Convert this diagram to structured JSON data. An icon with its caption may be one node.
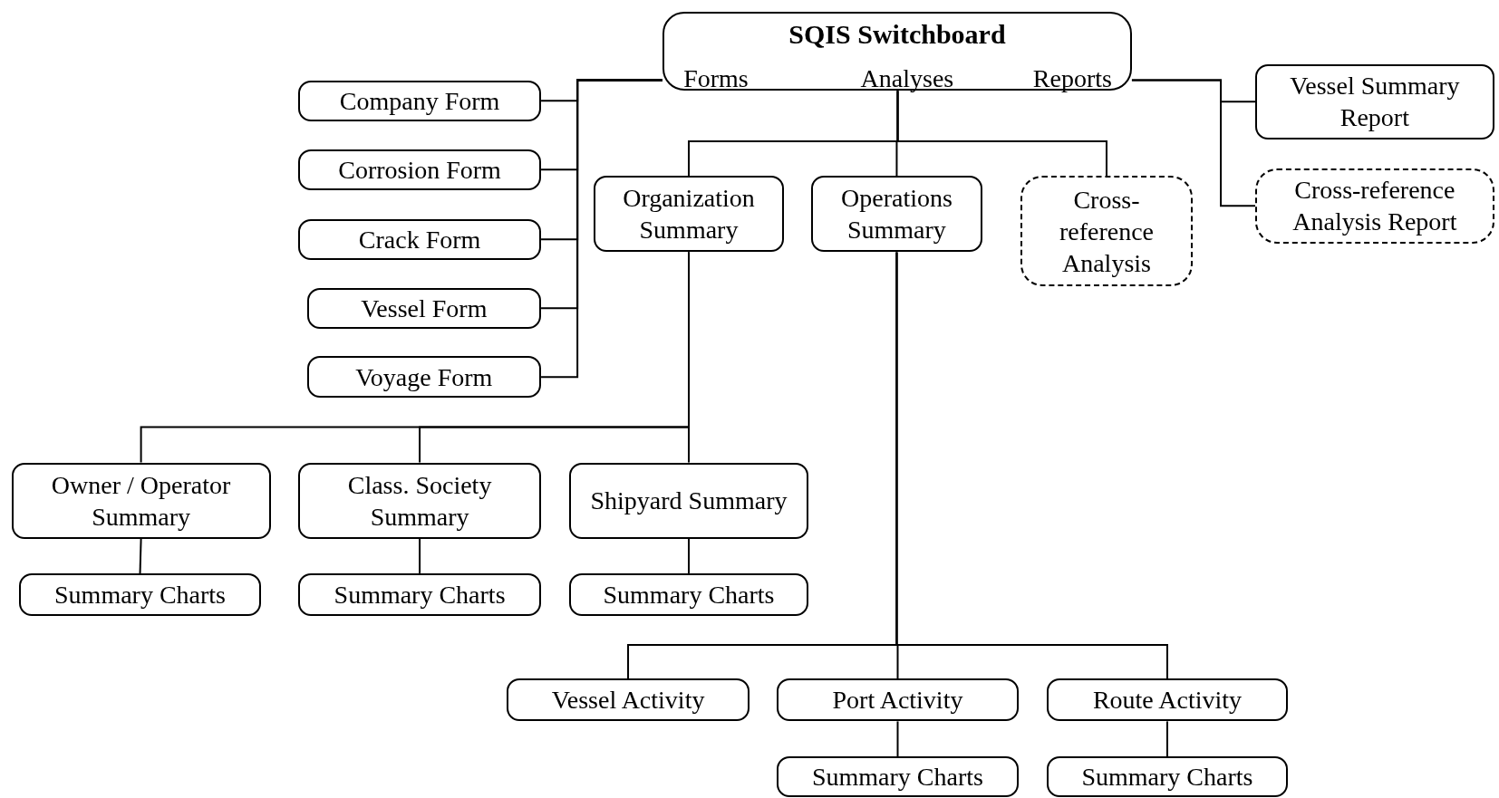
{
  "diagram": {
    "nodes": [
      {
        "text": [
          "SQIS Switchboard",
          "Forms",
          "Analyses",
          "Reports"
        ]
      },
      {
        "text": [
          "Company Form"
        ]
      },
      {
        "text": [
          "Corrosion Form"
        ]
      },
      {
        "text": [
          "Crack Form"
        ]
      },
      {
        "text": [
          "Vessel Form"
        ]
      },
      {
        "text": [
          "Voyage Form"
        ]
      },
      {
        "text": [
          "Vessel Summary Report"
        ]
      },
      {
        "text": [
          "Cross-reference Analysis Report"
        ]
      },
      {
        "text": [
          "Organization Summary"
        ]
      },
      {
        "text": [
          "Operations Summary"
        ]
      },
      {
        "text": [
          "Cross-reference Analysis"
        ]
      },
      {
        "text": [
          "Owner / Operator Summary"
        ]
      },
      {
        "text": [
          "Class. Society Summary"
        ]
      },
      {
        "text": [
          "Shipyard Summary"
        ]
      },
      {
        "text": [
          "Summary Charts"
        ]
      },
      {
        "text": [
          "Summary Charts"
        ]
      },
      {
        "text": [
          "Summary Charts"
        ]
      },
      {
        "text": [
          "Vessel Activity"
        ]
      },
      {
        "text": [
          "Port Activity"
        ]
      },
      {
        "text": [
          "Route Activity"
        ]
      },
      {
        "text": [
          "Summary Charts"
        ]
      },
      {
        "text": [
          "Summary Charts"
        ]
      }
    ],
    "edges": [
      {
        "from": 0,
        "to": 1,
        "arrow": "none"
      },
      {
        "from": 0,
        "to": 2,
        "arrow": "none"
      },
      {
        "from": 0,
        "to": 3,
        "arrow": "none"
      },
      {
        "from": 0,
        "to": 4,
        "arrow": "none"
      },
      {
        "from": 0,
        "to": 5,
        "arrow": "none"
      },
      {
        "from": 0,
        "to": 6,
        "arrow": "none"
      },
      {
        "from": 0,
        "to": 7,
        "arrow": "none"
      },
      {
        "from": 0,
        "to": 8,
        "arrow": "none"
      },
      {
        "from": 0,
        "to": 9,
        "arrow": "none"
      },
      {
        "from": 0,
        "to": 10,
        "arrow": "none"
      },
      {
        "from": 8,
        "to": 11,
        "arrow": "none"
      },
      {
        "from": 8,
        "to": 12,
        "arrow": "none"
      },
      {
        "from": 8,
        "to": 13,
        "arrow": "none"
      },
      {
        "from": 11,
        "to": 14,
        "arrow": "none"
      },
      {
        "from": 12,
        "to": 15,
        "arrow": "none"
      },
      {
        "from": 13,
        "to": 16,
        "arrow": "none"
      },
      {
        "from": 9,
        "to": 17,
        "arrow": "none"
      },
      {
        "from": 9,
        "to": 18,
        "arrow": "none"
      },
      {
        "from": 9,
        "to": 19,
        "arrow": "none"
      },
      {
        "from": 18,
        "to": 20,
        "arrow": "none"
      },
      {
        "from": 19,
        "to": 21,
        "arrow": "none"
      }
    ]
  }
}
